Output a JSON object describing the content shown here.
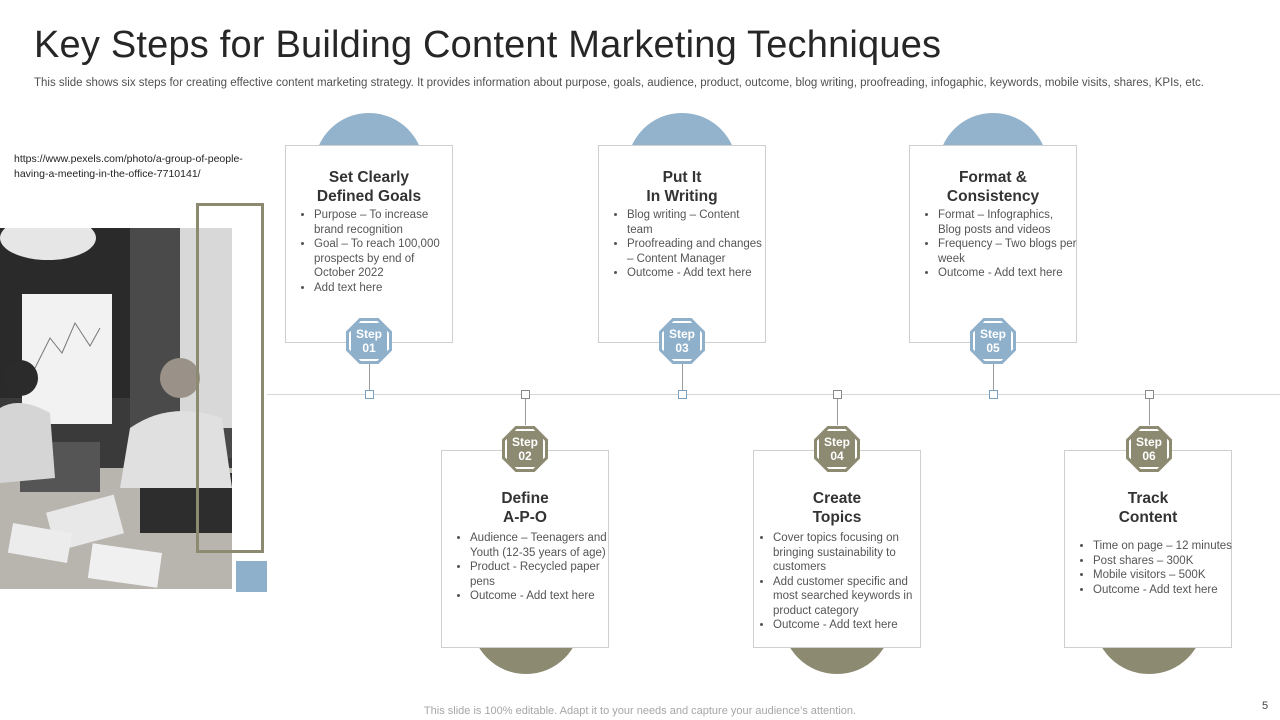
{
  "title": "Key Steps for Building Content Marketing Techniques",
  "subtitle": "This slide shows six steps for creating effective  content marketing strategy. It provides information about purpose, goals, audience, product, outcome, blog writing, proofreading, infogaphic, keywords, mobile visits, shares, KPIs, etc.",
  "image_url": "https://www.pexels.com/photo/a-group-of-people-having-a-meeting-in-the-office-7710141/",
  "steps": [
    {
      "word": "Step",
      "num": "01",
      "title_l1": "Set Clearly",
      "title_l2": "Defined Goals",
      "bullets": [
        "Purpose – To increase brand recognition",
        "Goal – To reach 100,000 prospects by end of October 2022",
        "Add text here"
      ]
    },
    {
      "word": "Step",
      "num": "02",
      "title_l1": "Define",
      "title_l2": "A-P-O",
      "bullets": [
        "Audience – Teenagers and Youth (12-35 years of age)",
        "Product -  Recycled paper pens",
        "Outcome - Add text here"
      ]
    },
    {
      "word": "Step",
      "num": "03",
      "title_l1": "Put It",
      "title_l2": "In Writing",
      "bullets": [
        "Blog writing – Content team",
        "Proofreading and changes – Content Manager",
        "Outcome - Add text here"
      ]
    },
    {
      "word": "Step",
      "num": "04",
      "title_l1": "Create",
      "title_l2": "Topics",
      "bullets": [
        "Cover topics focusing on bringing sustainability to customers",
        "Add customer specific and most searched keywords in product category",
        "Outcome - Add text  here"
      ]
    },
    {
      "word": "Step",
      "num": "05",
      "title_l1": "Format &",
      "title_l2": "Consistency",
      "bullets": [
        "Format – Infographics, Blog posts and videos",
        "Frequency – Two blogs per week",
        "Outcome - Add text here"
      ]
    },
    {
      "word": "Step",
      "num": "06",
      "title_l1": "Track",
      "title_l2": "Content",
      "bullets": [
        "Time on page – 12 minutes",
        "Post shares – 300K",
        "Mobile visitors – 500K",
        "Outcome - Add text here"
      ]
    }
  ],
  "footer": "This slide is 100% editable. Adapt it to your needs and capture your audience’s attention.",
  "page_number": "5",
  "colors": {
    "blue": "#8fb0cb",
    "olive": "#8c8a70"
  }
}
